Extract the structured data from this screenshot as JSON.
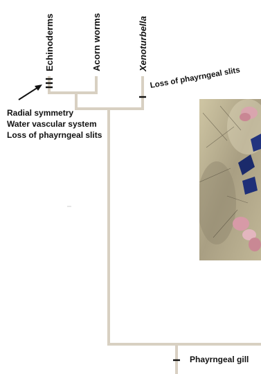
{
  "taxa": {
    "echinoderms": "Echinoderms",
    "acorn_worms": "Acorn worms",
    "xenoturbella": "Xenoturbella"
  },
  "characters": {
    "echinoderm_traits": [
      "Radial symmetry",
      "Water vascular system",
      "Loss of phayrngeal slits"
    ],
    "xenoturbella_trait": "Loss of phayrngeal slits",
    "root_trait": "Phayrngeal gill"
  },
  "colors": {
    "branch": "#d8d0c2",
    "tick": "#111111"
  },
  "photo": {
    "description_icon": "xenoturbella-photo"
  }
}
